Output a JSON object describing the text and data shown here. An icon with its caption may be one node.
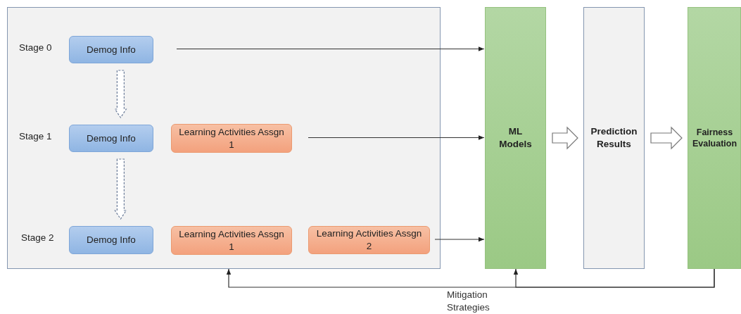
{
  "diagram": {
    "nodes": [
      {
        "text": [],
        "shape": "box"
      },
      {
        "text": [
          "Demog Info"
        ],
        "in": 0
      },
      {
        "text": [
          "Demog Info"
        ],
        "in": 0
      },
      {
        "text": [
          "Learning Activities Assgn 1"
        ],
        "in": 0
      },
      {
        "text": [
          "Demog Info"
        ],
        "in": 0
      },
      {
        "text": [
          "Learning Activities Assgn 1"
        ],
        "in": 0
      },
      {
        "text": [
          "Learning Activities Assgn 2"
        ],
        "in": 0
      },
      {
        "text": [
          "ML Models"
        ]
      },
      {
        "text": [
          "Prediction Results"
        ]
      },
      {
        "text": [
          "Fairness Evaluation"
        ]
      }
    ],
    "edges": [
      {
        "from": 1,
        "to": 7,
        "arrow": "to"
      },
      {
        "from": 3,
        "to": 7,
        "arrow": "to"
      },
      {
        "from": 6,
        "to": 7,
        "arrow": "to"
      },
      {
        "from": 1,
        "to": 2,
        "arrow": "to",
        "style": "dashed"
      },
      {
        "from": 2,
        "to": 4,
        "arrow": "to",
        "style": "dashed"
      },
      {
        "from": 7,
        "to": 8,
        "arrow": "to",
        "style": "thick"
      },
      {
        "from": 8,
        "to": 9,
        "arrow": "to",
        "style": "thick"
      },
      {
        "from": 9,
        "to": 0,
        "arrow": "to",
        "label": "Mitigation Strategies"
      },
      {
        "from": 9,
        "to": 7,
        "arrow": "to"
      }
    ],
    "labels": [
      "Stage 0",
      "Stage 1",
      "Stage 2"
    ]
  }
}
